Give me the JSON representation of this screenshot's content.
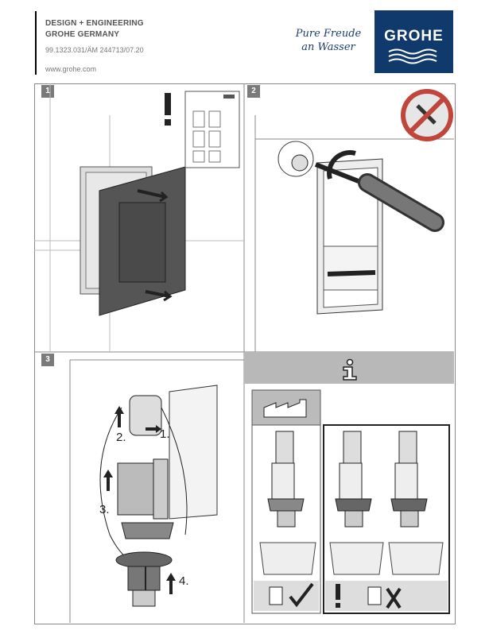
{
  "header": {
    "line1": "DESIGN + ENGINEERING",
    "line2": "GROHE GERMANY",
    "doc_number": "99.1323.031/ÄM 244713/07.20",
    "website": "www.grohe.com"
  },
  "slogan": {
    "line1": "Pure Freude",
    "line2": "an Wasser"
  },
  "logo": {
    "text": "GROHE",
    "color": "#0f3a6b"
  },
  "panels": [
    {
      "number": "1",
      "icon": "warning-exclamation-icon"
    },
    {
      "number": "2",
      "icon": "no-water-spray-icon"
    },
    {
      "number": "3"
    }
  ],
  "steps": {
    "s1": "1.",
    "s2": "2.",
    "s3": "3.",
    "s4": "4."
  },
  "info_panel": {
    "icon": "info-icon"
  }
}
